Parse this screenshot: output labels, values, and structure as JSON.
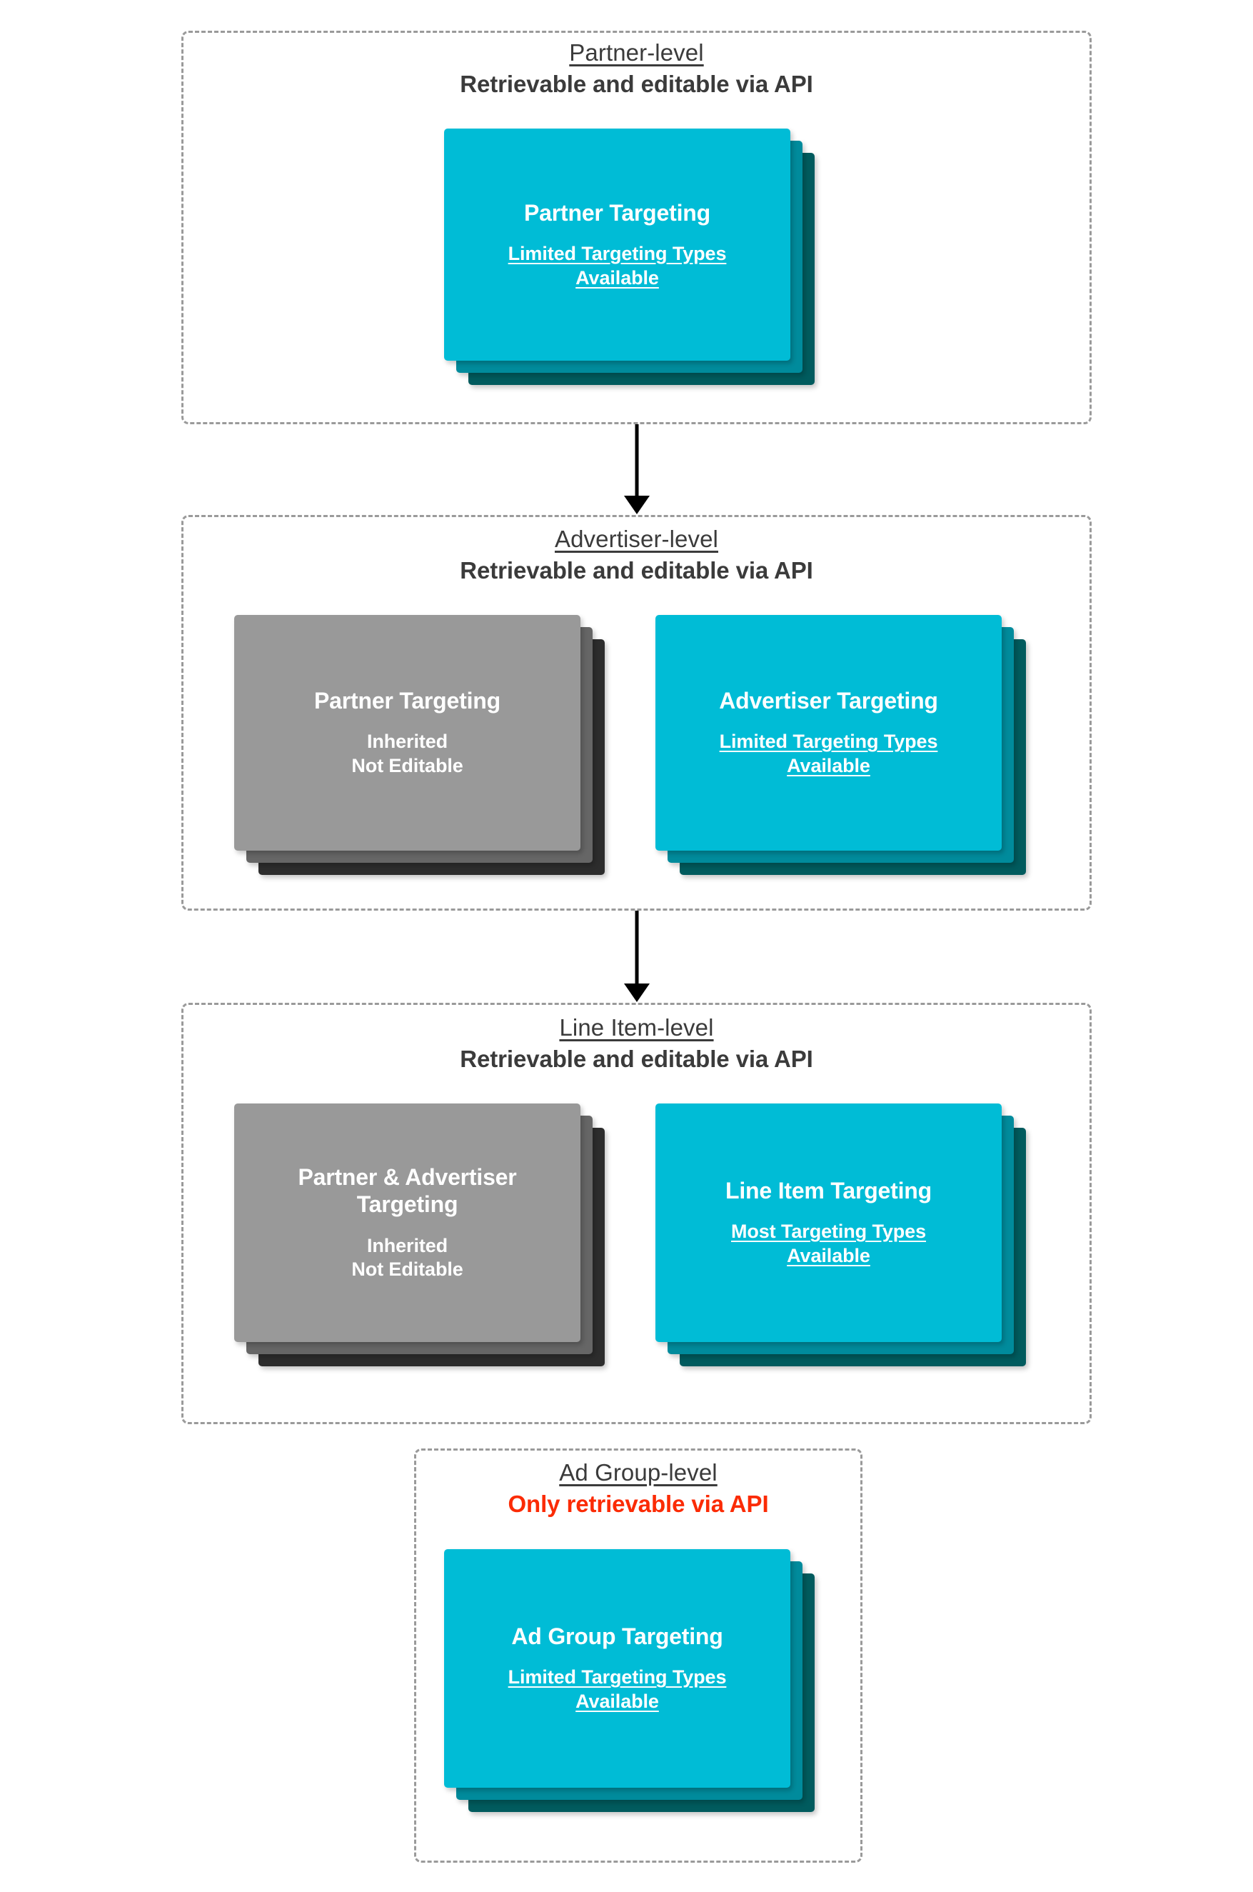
{
  "diagram": {
    "title": "Targeting inheritance across DV360 API levels",
    "colors": {
      "cyan_front": "#00bcd6",
      "cyan_mid": "#008b9c",
      "cyan_back": "#015b5e",
      "gray_front": "#999999",
      "gray_mid": "#666666",
      "gray_back": "#2d2d2d",
      "dashed_border": "#9a9a9a",
      "heading_text": "#3b3b3b",
      "warning_text": "#fb2b05",
      "arrow": "#000000"
    }
  },
  "levels": [
    {
      "id": "partner",
      "title": "Partner-level",
      "subtitle": "Retrievable and editable via API",
      "subtitle_state": "editable",
      "cards": [
        {
          "id": "partner-targeting",
          "title": "Partner Targeting",
          "note": "Limited Targeting Types Available",
          "note_underlined": true,
          "style": "cyan"
        }
      ]
    },
    {
      "id": "advertiser",
      "title": "Advertiser-level",
      "subtitle": "Retrievable and editable via API",
      "subtitle_state": "editable",
      "cards": [
        {
          "id": "inherited-partner-targeting",
          "title": "Partner Targeting",
          "note": "Inherited\nNot Editable",
          "note_underlined": false,
          "style": "gray"
        },
        {
          "id": "advertiser-targeting",
          "title": "Advertiser Targeting",
          "note": "Limited Targeting Types Available",
          "note_underlined": true,
          "style": "cyan"
        }
      ]
    },
    {
      "id": "line-item",
      "title": "Line Item-level",
      "subtitle": "Retrievable and editable via API",
      "subtitle_state": "editable",
      "cards": [
        {
          "id": "inherited-partner-advertiser-targeting",
          "title": "Partner & Advertiser Targeting",
          "note": "Inherited\nNot Editable",
          "note_underlined": false,
          "style": "gray"
        },
        {
          "id": "line-item-targeting",
          "title": "Line Item Targeting",
          "note": "Most Targeting Types Available",
          "note_underlined": true,
          "style": "cyan"
        }
      ]
    },
    {
      "id": "ad-group",
      "title": "Ad Group-level",
      "subtitle": "Only retrievable via API",
      "subtitle_state": "read-only",
      "cards": [
        {
          "id": "ad-group-targeting",
          "title": "Ad Group Targeting",
          "note": "Limited Targeting Types Available",
          "note_underlined": true,
          "style": "cyan"
        }
      ]
    }
  ],
  "connectors": [
    {
      "id": "partner-to-advertiser",
      "from": "partner",
      "to": "advertiser",
      "glyph": "down-arrow"
    },
    {
      "id": "advertiser-to-line-item",
      "from": "advertiser",
      "to": "line-item",
      "glyph": "down-arrow"
    }
  ],
  "text": {
    "partner_level_title": "Partner-level",
    "partner_level_sub": "Retrievable and editable via API",
    "partner_card_title": "Partner Targeting",
    "partner_card_note_l1": "Limited Targeting Types",
    "partner_card_note_l2": "Available",
    "advertiser_level_title": "Advertiser-level",
    "advertiser_level_sub": "Retrievable and editable via API",
    "adv_gray_title": "Partner Targeting",
    "adv_gray_note_l1": "Inherited",
    "adv_gray_note_l2": "Not Editable",
    "adv_cyan_title": "Advertiser Targeting",
    "adv_cyan_note_l1": "Limited Targeting Types",
    "adv_cyan_note_l2": "Available",
    "lineitem_level_title": "Line Item-level",
    "lineitem_level_sub": "Retrievable and editable via API",
    "li_gray_title_l1": "Partner & Advertiser",
    "li_gray_title_l2": "Targeting",
    "li_gray_note_l1": "Inherited",
    "li_gray_note_l2": "Not Editable",
    "li_cyan_title": "Line Item Targeting",
    "li_cyan_note_l1": "Most Targeting Types",
    "li_cyan_note_l2": "Available",
    "adgroup_level_title": "Ad Group-level",
    "adgroup_level_sub": "Only retrievable via API",
    "adgroup_card_title": "Ad Group Targeting",
    "adgroup_card_note_l1": "Limited Targeting Types",
    "adgroup_card_note_l2": "Available"
  }
}
